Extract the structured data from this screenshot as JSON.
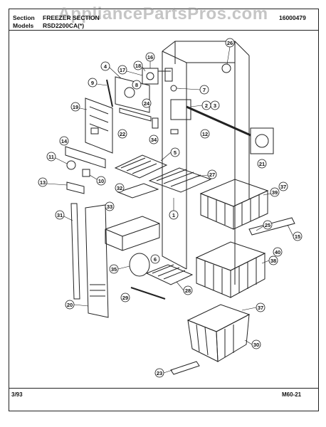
{
  "watermark": "AppliancePartsPros.com",
  "header": {
    "section_label": "Section",
    "section_value": "FREEZER SECTION",
    "model_label": "Models",
    "model_value": "RSD2200CA(*)",
    "part_code": "16000479"
  },
  "footer": {
    "date": "3/93",
    "page_code": "M60-21"
  },
  "callouts": [
    "26",
    "16",
    "18",
    "17",
    "4",
    "9",
    "8",
    "7",
    "24",
    "2",
    "3",
    "19",
    "22",
    "34",
    "12",
    "14",
    "5",
    "11",
    "10",
    "13",
    "21",
    "27",
    "32",
    "39",
    "37",
    "1",
    "33",
    "31",
    "25",
    "15",
    "40",
    "38",
    "6",
    "35",
    "28",
    "29",
    "20",
    "37",
    "30",
    "23"
  ]
}
